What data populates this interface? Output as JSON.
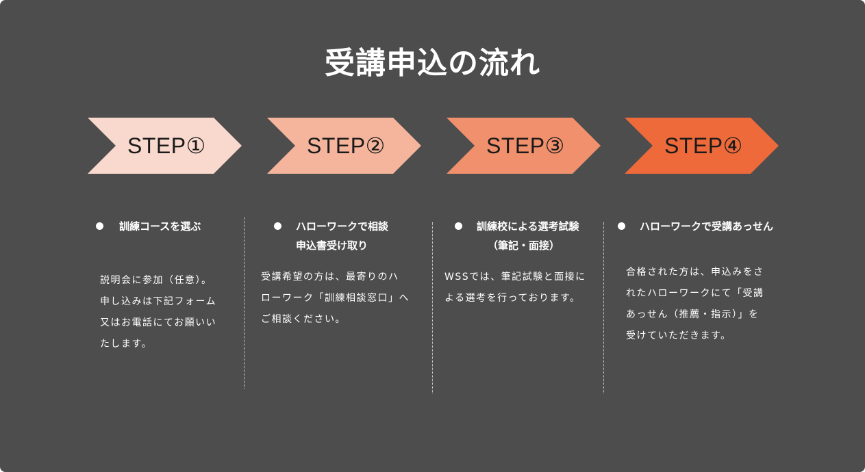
{
  "title": "受講申込の流れ",
  "steps": [
    {
      "label": "STEP①",
      "color": "#f9d9cd",
      "heading_lines": [
        "訓練コースを選ぶ"
      ],
      "body": " 説明会に参加（任意）。\n申し込みは下記フォーム\n又はお電話にてお願いい\nたします。"
    },
    {
      "label": "STEP②",
      "color": "#f5b59c",
      "heading_lines": [
        "ハローワークで相談",
        "申込書受け取り"
      ],
      "body": "受講希望の方は、最寄りのハ\nローワーク「訓練相談窓口」へ\nご相談ください。"
    },
    {
      "label": "STEP③",
      "color": "#f0906c",
      "heading_lines": [
        "訓練校による選考試験",
        "（筆記・面接）"
      ],
      "body": "WSSでは、筆記試験と面接に\nよる選考を行っております。"
    },
    {
      "label": "STEP④",
      "color": "#ee6a3a",
      "heading_lines": [
        "ハローワークで受講あっせん"
      ],
      "body": "合格された方は、申込みをさ\nれたハローワークにて「受講\nあっせん（推薦・指示）」を\n受けていただきます。"
    }
  ]
}
